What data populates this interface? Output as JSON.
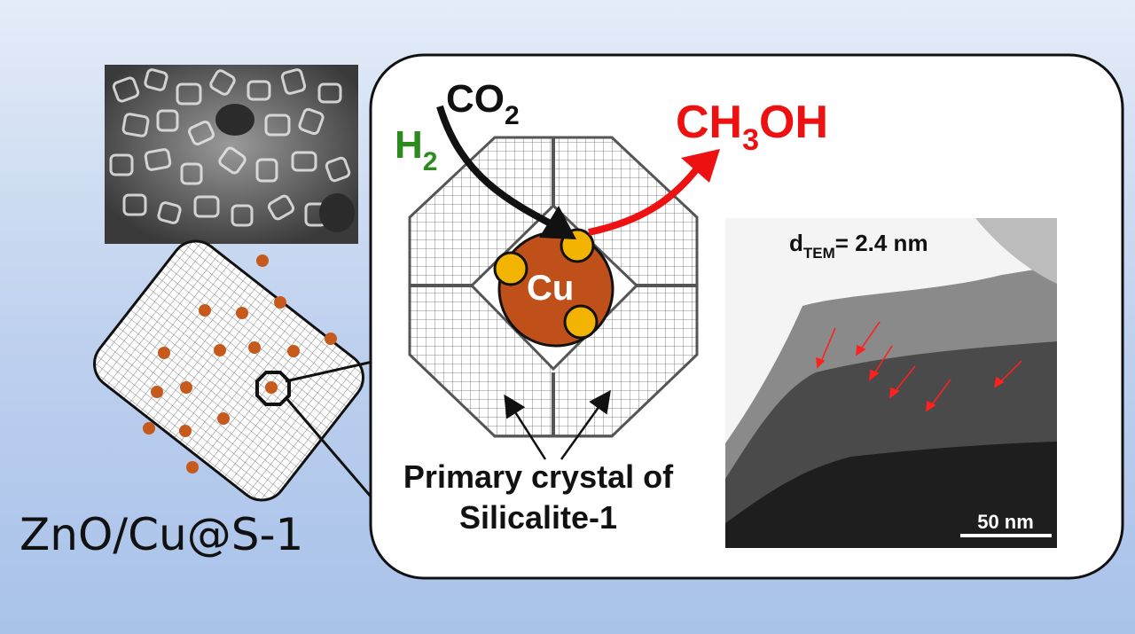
{
  "sample_name": "ZnO/Cu@S-1",
  "reactants": {
    "h2": "H",
    "h2_sub": "2",
    "co2": "CO",
    "co2_sub": "2"
  },
  "product": {
    "ch3oh_a": "CH",
    "ch3oh_sub": "3",
    "ch3oh_b": "OH"
  },
  "core_label": "Cu",
  "crystal_label_line1": "Primary crystal of",
  "crystal_label_line2": "Silicalite-1",
  "tem": {
    "size_label_main": "d",
    "size_label_sub": "TEM",
    "size_label_value": "= 2.4 nm",
    "scale_bar": "50 nm"
  },
  "colors": {
    "background_top": "#e4ecf8",
    "background_bottom": "#a9c2ea",
    "h2_green": "#2d8a1e",
    "product_red": "#ee1111",
    "cu_core": "#c0501a",
    "zno_dot": "#f2b400",
    "particle_dot": "#c55a1c",
    "grid_line": "#555555"
  }
}
